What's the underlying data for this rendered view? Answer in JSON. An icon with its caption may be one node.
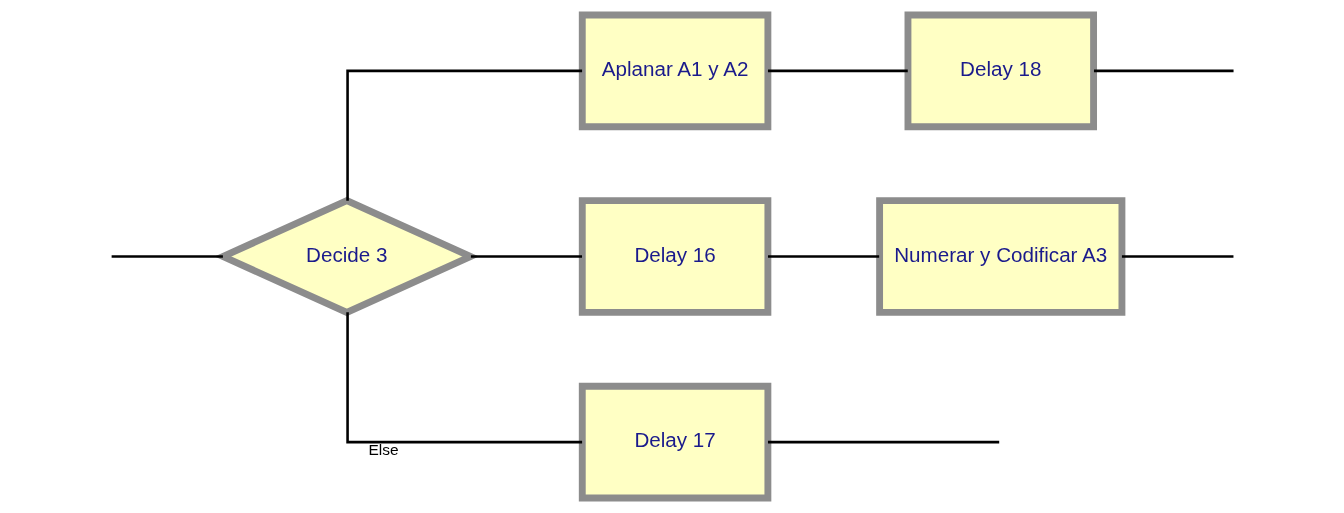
{
  "diagram": {
    "nodes": [
      {
        "text": [
          "Decide 3"
        ]
      },
      {
        "text": [
          "Aplanar A1 y A2"
        ]
      },
      {
        "text": [
          "Delay 18"
        ]
      },
      {
        "text": [
          "Delay 16"
        ]
      },
      {
        "text": [
          "Numerar y Codificar A3"
        ]
      },
      {
        "text": [
          "Delay 17"
        ]
      }
    ],
    "edges": [
      {
        "from": null,
        "to": 0,
        "arrow": "none"
      },
      {
        "from": 0,
        "to": 1,
        "arrow": "none"
      },
      {
        "from": 0,
        "to": 3,
        "arrow": "none"
      },
      {
        "from": 0,
        "to": 5,
        "arrow": "none",
        "label": "Else"
      },
      {
        "from": 1,
        "to": 2,
        "arrow": "none"
      },
      {
        "from": 3,
        "to": 4,
        "arrow": "none"
      },
      {
        "from": 2,
        "to": null,
        "arrow": "none"
      },
      {
        "from": 4,
        "to": null,
        "arrow": "none"
      },
      {
        "from": 5,
        "to": null,
        "arrow": "none"
      }
    ]
  }
}
